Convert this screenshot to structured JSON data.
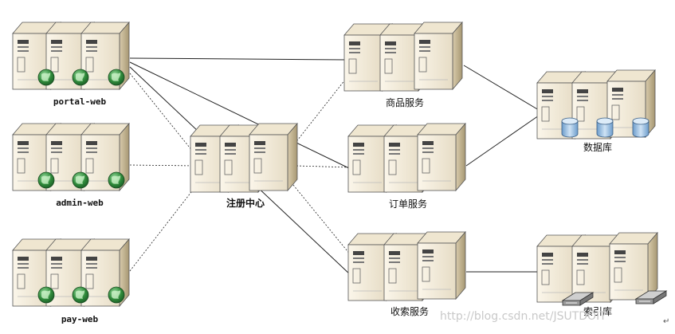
{
  "groups": {
    "portal_web": "portal-web",
    "admin_web": "admin-web",
    "pay_web": "pay-web",
    "registry": "注册中心",
    "goods_service": "商品服务",
    "order_service": "订单服务",
    "search_service": "收索服务",
    "database": "数据库",
    "index_store": "索引库"
  },
  "watermark": "http://blog.csdn.net/JSUTDOIT",
  "enter_mark": "↵",
  "icons": {
    "web_server": "server-globe-icon",
    "plain_server": "server-icon",
    "db_server": "server-database-icon",
    "index_server": "server-drive-icon"
  },
  "colors": {
    "server_front": "#f4ecd9",
    "server_side": "#cdbf9e",
    "globe": "#2f8a3a",
    "db_cylinder": "#8fb7dc"
  }
}
